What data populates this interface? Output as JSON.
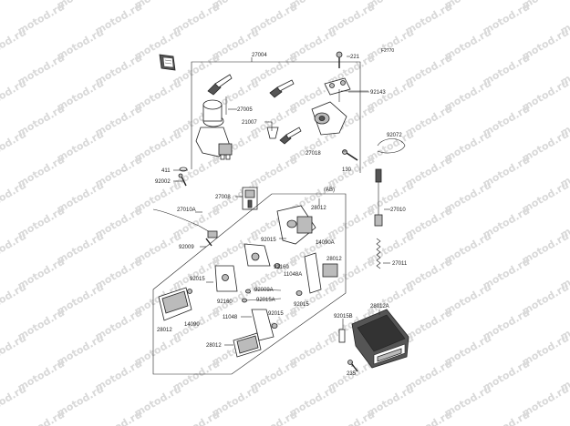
{
  "diagram": {
    "code": "F2770",
    "watermark": "motod.ru",
    "group_label": "(AB)",
    "callouts": [
      {
        "id": "c27004",
        "text": "27004"
      },
      {
        "id": "c221",
        "text": "221"
      },
      {
        "id": "c27005",
        "text": "27005"
      },
      {
        "id": "c21007",
        "text": "21007"
      },
      {
        "id": "c92143",
        "text": "92143"
      },
      {
        "id": "c92072",
        "text": "92072"
      },
      {
        "id": "c27018",
        "text": "27018"
      },
      {
        "id": "c411",
        "text": "411"
      },
      {
        "id": "c92002",
        "text": "92002"
      },
      {
        "id": "c130",
        "text": "130"
      },
      {
        "id": "c27008",
        "text": "27008"
      },
      {
        "id": "c28012a",
        "text": "28012"
      },
      {
        "id": "c27010a",
        "text": "27010A"
      },
      {
        "id": "c27010",
        "text": "27010"
      },
      {
        "id": "c92015a",
        "text": "92015"
      },
      {
        "id": "c14090a",
        "text": "14090A"
      },
      {
        "id": "c92009",
        "text": "92009"
      },
      {
        "id": "c92160a",
        "text": "92160"
      },
      {
        "id": "c28012b",
        "text": "28012"
      },
      {
        "id": "c11048a",
        "text": "11048A"
      },
      {
        "id": "c27011",
        "text": "27011"
      },
      {
        "id": "c92015b",
        "text": "92015"
      },
      {
        "id": "c92009a",
        "text": "92009A"
      },
      {
        "id": "c92160b",
        "text": "92160"
      },
      {
        "id": "c92015c",
        "text": "92015A"
      },
      {
        "id": "c92015d",
        "text": "92015"
      },
      {
        "id": "c28012c",
        "text": "28012"
      },
      {
        "id": "c14090",
        "text": "14090"
      },
      {
        "id": "c11048",
        "text": "11048"
      },
      {
        "id": "c92015e",
        "text": "92015"
      },
      {
        "id": "c28012d",
        "text": "28012A"
      },
      {
        "id": "c92015f",
        "text": "92015B"
      },
      {
        "id": "c28012e",
        "text": "28012"
      },
      {
        "id": "c235",
        "text": "235"
      }
    ]
  }
}
